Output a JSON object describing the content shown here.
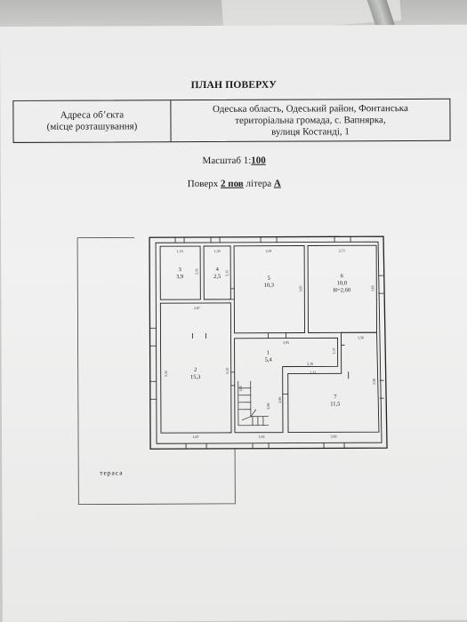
{
  "document": {
    "title": "ПЛАН ПОВЕРХУ",
    "address_label_line1": "Адреса об’єкта",
    "address_label_line2": "(місце розташування)",
    "address_line1": "Одеська область, Одеський район, Фонтанська",
    "address_line2": "територіальна громада, с. Вапнярка,",
    "address_line3": "вулиця Костанді, 1",
    "scale_prefix": "Масштаб 1:",
    "scale_value": "100",
    "floor_prefix": "Поверх ",
    "floor_value": "2 пов",
    "letter_prefix": " літера ",
    "letter_value": "А"
  },
  "plan": {
    "terrace_label": "тераса",
    "rooms": [
      {
        "number": "3",
        "area": "3,9"
      },
      {
        "number": "4",
        "area": "2,5"
      },
      {
        "number": "5",
        "area": "10,3"
      },
      {
        "number": "6",
        "area": "10,0",
        "height": "H=2,60"
      },
      {
        "number": "1",
        "area": "5,4"
      },
      {
        "number": "2",
        "area": "15,3"
      },
      {
        "number": "7",
        "area": "11,5"
      }
    ],
    "dimensions": {
      "d_r3_top": "1,70",
      "d_r4_top": "1,30",
      "d_r5_top": "2,91",
      "d_r6_top": "2,73",
      "d_r3_side": "2,11",
      "d_r4_side": "2,11",
      "d_r5_side": "3,65",
      "d_r6_side": "3,65",
      "d_r2_top": "2,87",
      "d_r2_side": "5,32",
      "d_r2_right": "5,32",
      "d_r1_bottom": "3,95",
      "d_r1_side": "1,37",
      "d_hall_mid": "2,16",
      "d_hall_low": "2,33",
      "d_r7_top": "1,56",
      "d_r7_side": "3,56",
      "d_r7_bottom": "3,69",
      "d_stair_side": "2,90",
      "d_r2_bottom": "1,87",
      "d_stair_bottom": "1,92",
      "d_stair_right": "2,99",
      "d_stair_left": "1,85"
    }
  }
}
